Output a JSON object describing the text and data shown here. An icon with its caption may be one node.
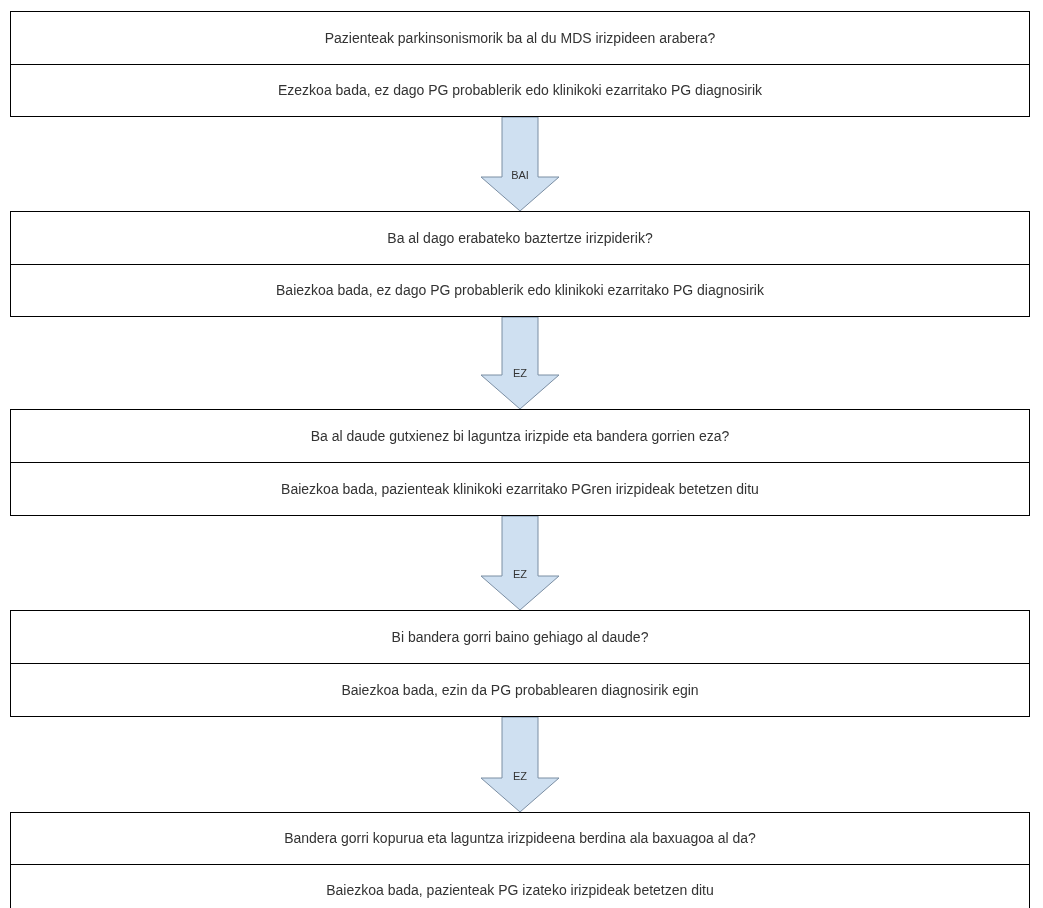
{
  "diagram": {
    "nodes": [
      {
        "text": [
          "Pazienteak parkinsonismorik ba al du MDS irizpideen arabera?",
          "Ezezkoa bada, ez dago PG probablerik edo klinikoki ezarritako PG diagnosirik"
        ]
      },
      {
        "text": [
          "Ba al dago erabateko baztertze irizpiderik?",
          "Baiezkoa bada, ez dago PG probablerik edo klinikoki ezarritako PG diagnosirik"
        ]
      },
      {
        "text": [
          "Ba al daude gutxienez bi laguntza irizpide eta bandera gorrien eza?",
          "Baiezkoa bada, pazienteak klinikoki ezarritako PGren irizpideak betetzen ditu"
        ]
      },
      {
        "text": [
          "Bi bandera gorri baino gehiago al daude?",
          "Baiezkoa bada, ezin da PG probablearen diagnosirik egin"
        ]
      },
      {
        "text": [
          "Bandera gorri kopurua eta laguntza irizpideena berdina ala baxuagoa al da?",
          "Baiezkoa bada, pazienteak PG izateko irizpideak betetzen ditu"
        ]
      }
    ],
    "edges": [
      {
        "from": 0,
        "to": 1,
        "arrow": "to",
        "label": "BAI"
      },
      {
        "from": 1,
        "to": 2,
        "arrow": "to",
        "label": "EZ"
      },
      {
        "from": 2,
        "to": 3,
        "arrow": "to",
        "label": "EZ"
      },
      {
        "from": 3,
        "to": 4,
        "arrow": "to",
        "label": "EZ"
      }
    ]
  }
}
